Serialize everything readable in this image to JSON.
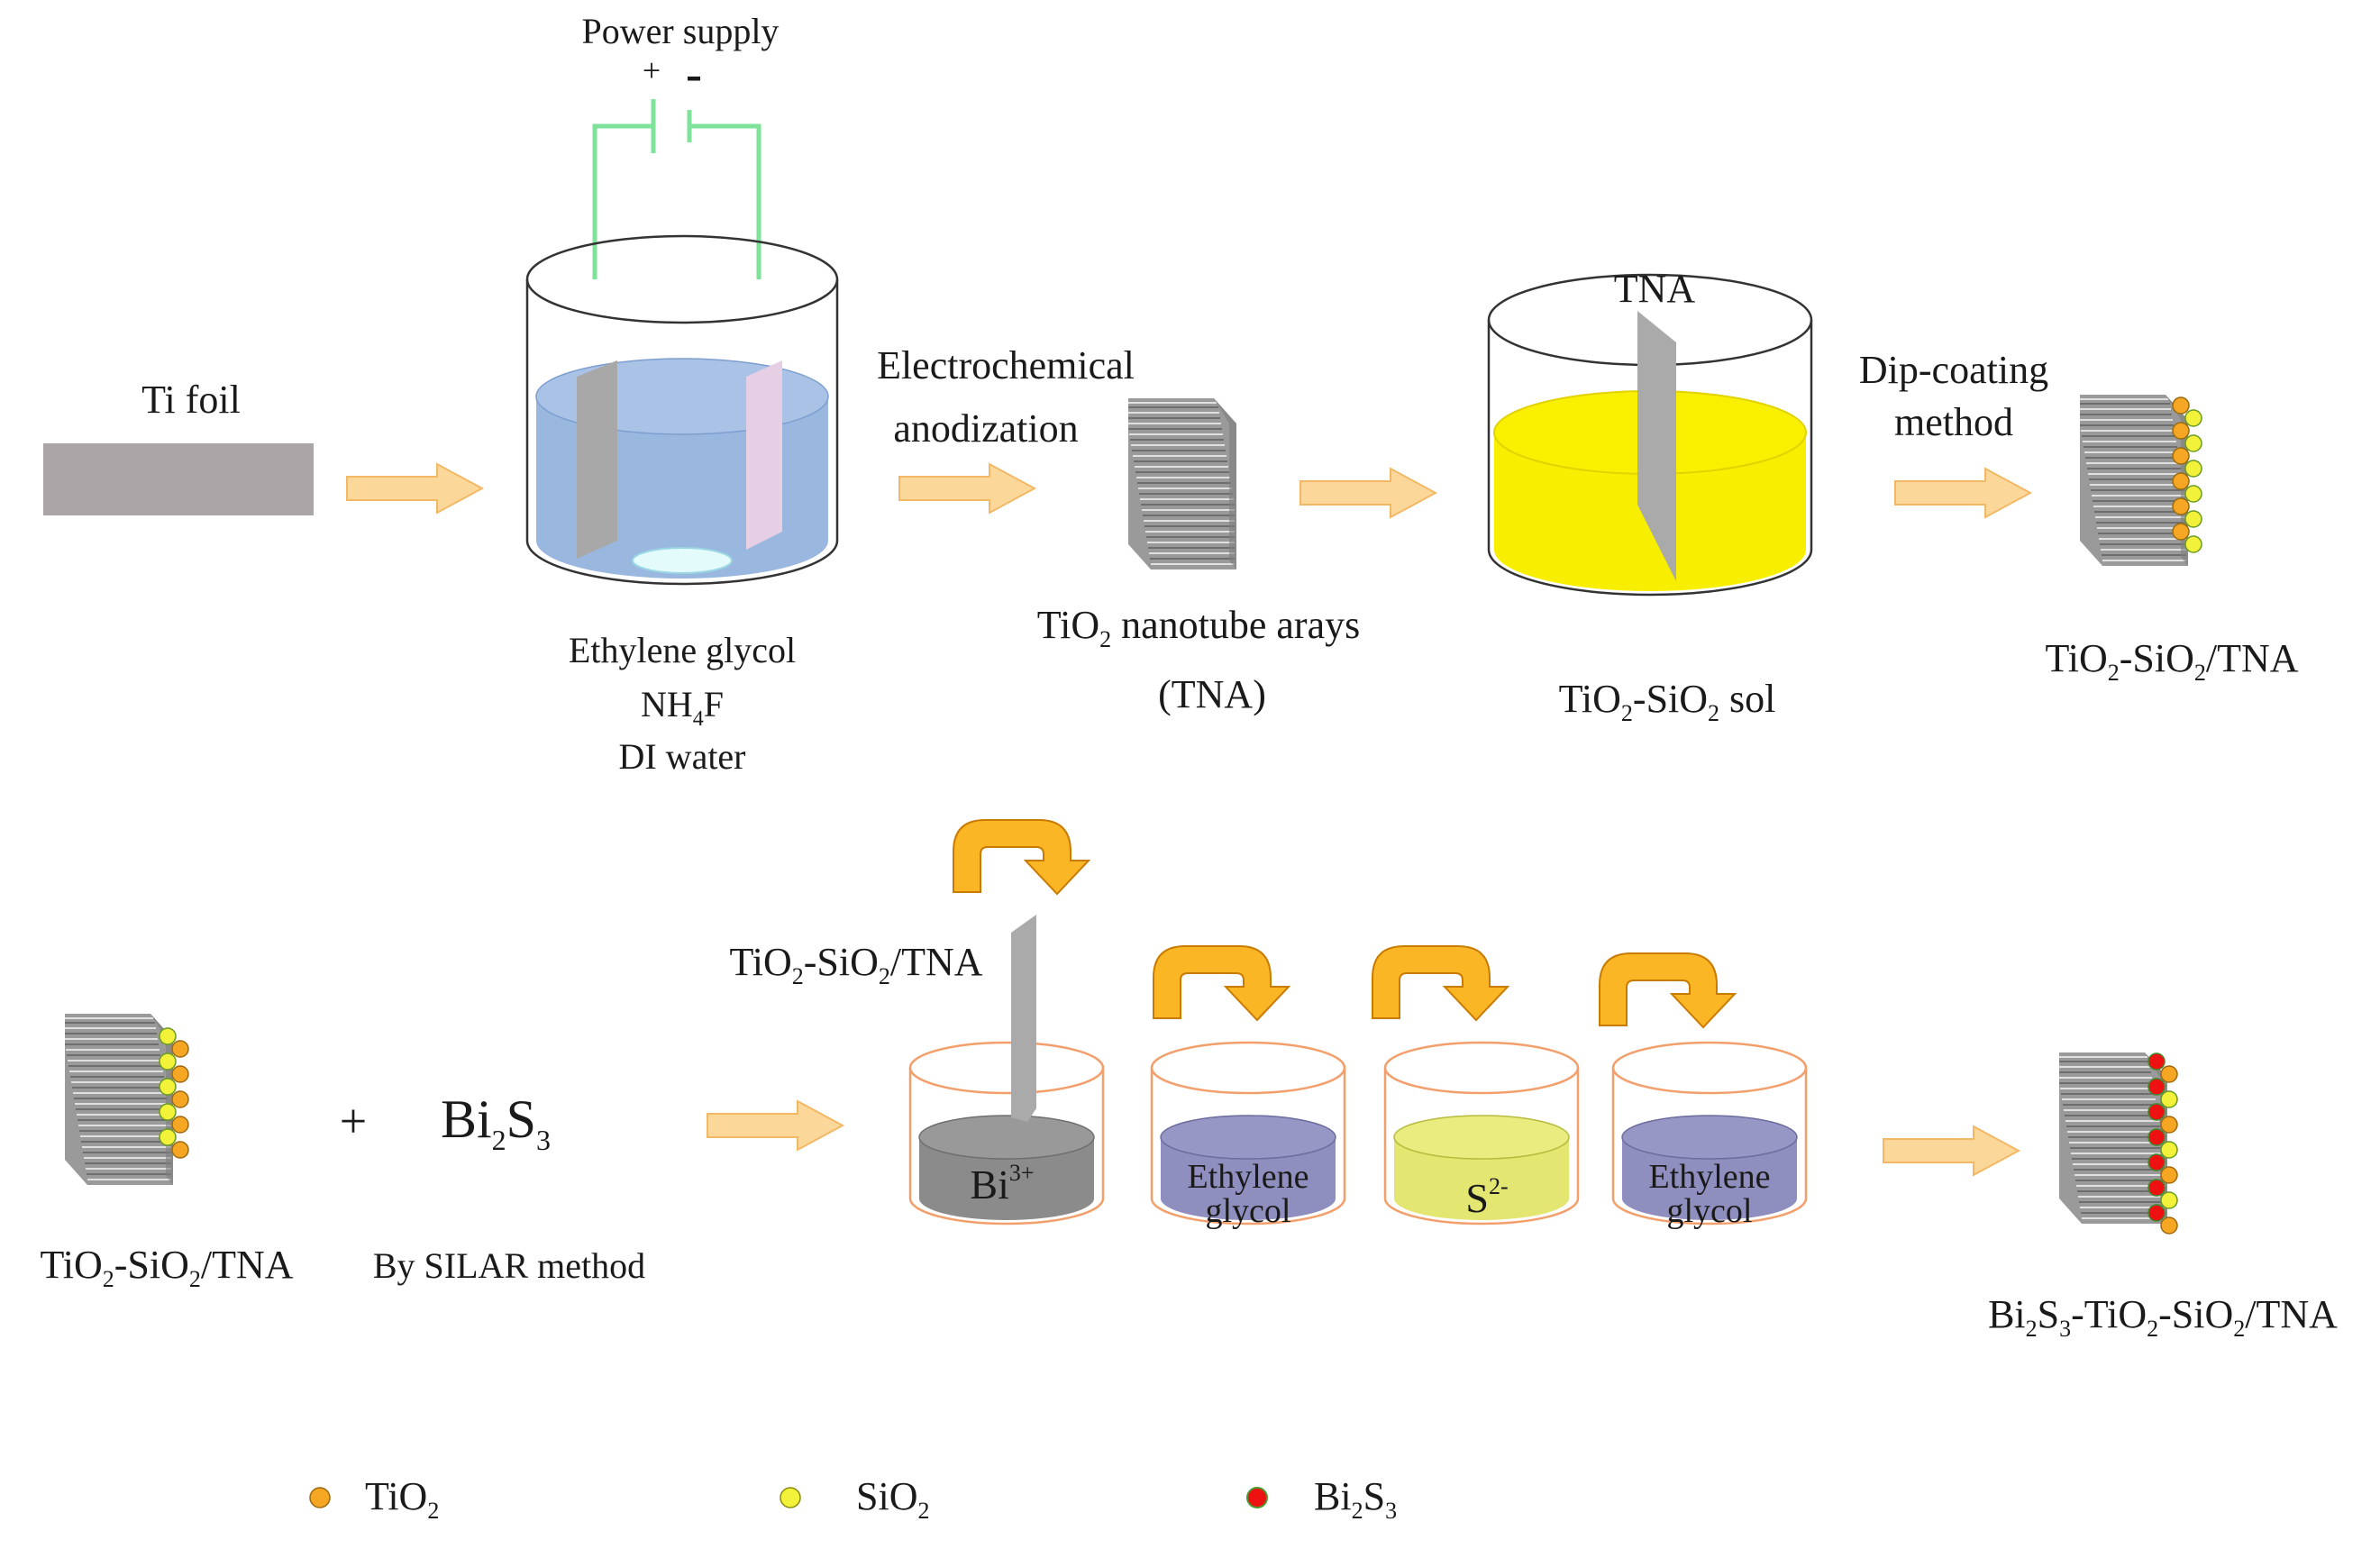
{
  "colors": {
    "arrow_fill": "#fbd89a",
    "arrow_stroke": "#f2b865",
    "curved_arrow": "#fbb626",
    "curved_arrow_stroke": "#c97b00",
    "wire": "#7ee29a",
    "ti_foil": "#aaa5a6",
    "electrolyte": "#9ab7df",
    "sol": "#f8ef00",
    "silar_outline": "#f39f6b",
    "bi_solution": "#8b8b8b",
    "eg_solution": "#8f8fbf",
    "s_solution": "#e3e670",
    "tio2_dot": "#f5a623",
    "sio2_dot": "#f2f23a",
    "bi2s3_dot": "#ee1111"
  },
  "top_row": {
    "power_supply": {
      "label": "Power supply",
      "plus": "+",
      "minus": "-"
    },
    "ti_foil": "Ti foil",
    "anodization": {
      "line1": "Electrochemical",
      "line2": "anodization",
      "electrolyte": [
        "Ethylene glycol",
        "NH",
        "4",
        "F",
        "DI water"
      ]
    },
    "tna": {
      "tio": "TiO",
      "sub": "2",
      "rest": " nanotube arays",
      "abbr": "(TNA)"
    },
    "sol_step": {
      "tna_label": "TNA",
      "sol_label": [
        "TiO",
        "2",
        "-SiO",
        "2",
        " sol"
      ]
    },
    "dip_coating": {
      "line1": "Dip-coating",
      "line2": "method"
    },
    "product": [
      "TiO",
      "2",
      "-SiO",
      "2",
      "/TNA"
    ]
  },
  "bottom_row": {
    "start_label": [
      "TiO",
      "2",
      "-SiO",
      "2",
      "/TNA"
    ],
    "plus": "+",
    "bi2s3": [
      "Bi",
      "2",
      "S",
      "3"
    ],
    "method": "By SILAR method",
    "sample_label": [
      "TiO",
      "2",
      "-SiO",
      "2",
      "/TNA"
    ],
    "beakers": [
      {
        "ion": "Bi",
        "charge": "3+"
      },
      {
        "line1": "Ethylene",
        "line2": "glycol"
      },
      {
        "ion": "S",
        "charge": "2-"
      },
      {
        "line1": "Ethylene",
        "line2": "glycol"
      }
    ],
    "final_product": [
      "Bi",
      "2",
      "S",
      "3",
      "-TiO",
      "2",
      "-SiO",
      "2",
      "/TNA"
    ]
  },
  "legend": [
    {
      "name": [
        "TiO",
        "2"
      ],
      "color": "#f5a623"
    },
    {
      "name": [
        "SiO",
        "2"
      ],
      "color": "#f2f23a"
    },
    {
      "name": [
        "Bi",
        "2",
        "S",
        "3"
      ],
      "color": "#ee1111"
    }
  ]
}
